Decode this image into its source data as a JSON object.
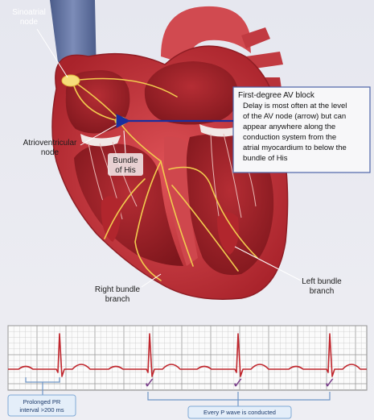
{
  "labels": {
    "sinoatrial": [
      "Sinoatrial",
      "node"
    ],
    "atrioventricular": [
      "Atrioventricular",
      "node"
    ],
    "bundle_of_his": [
      "Bundle",
      "of His"
    ],
    "right_bundle": [
      "Right bundle",
      "branch"
    ],
    "left_bundle": [
      "Left bundle",
      "branch"
    ]
  },
  "callout": {
    "title": "First-degree AV block",
    "lines": [
      "Delay is most often at the level",
      "of the AV node (arrow) but can",
      "appear anywhere along the",
      "conduction system from the",
      "atrial myocardium to below the",
      "bundle of His"
    ]
  },
  "ecg": {
    "pr_tag": [
      "Prolonged PR",
      "interval >200 ms"
    ],
    "p_wave_tag": "Every P wave is conducted",
    "check_symbol": "✓",
    "beats": 4
  },
  "colors": {
    "ecg_line": "#c0262d",
    "grid_minor": "#c9c9c9",
    "grid_major": "#9a9a9a",
    "check": "#7b3f8c",
    "tag_border": "#7fa9d6",
    "tag_fill": "#e4eef9",
    "arrow": "#1a2f9e",
    "conduction": "#f2cc4f",
    "muscle": "#c9343c",
    "muscle_dark": "#8f1d24",
    "vena_cava": "#5a6c9a"
  }
}
